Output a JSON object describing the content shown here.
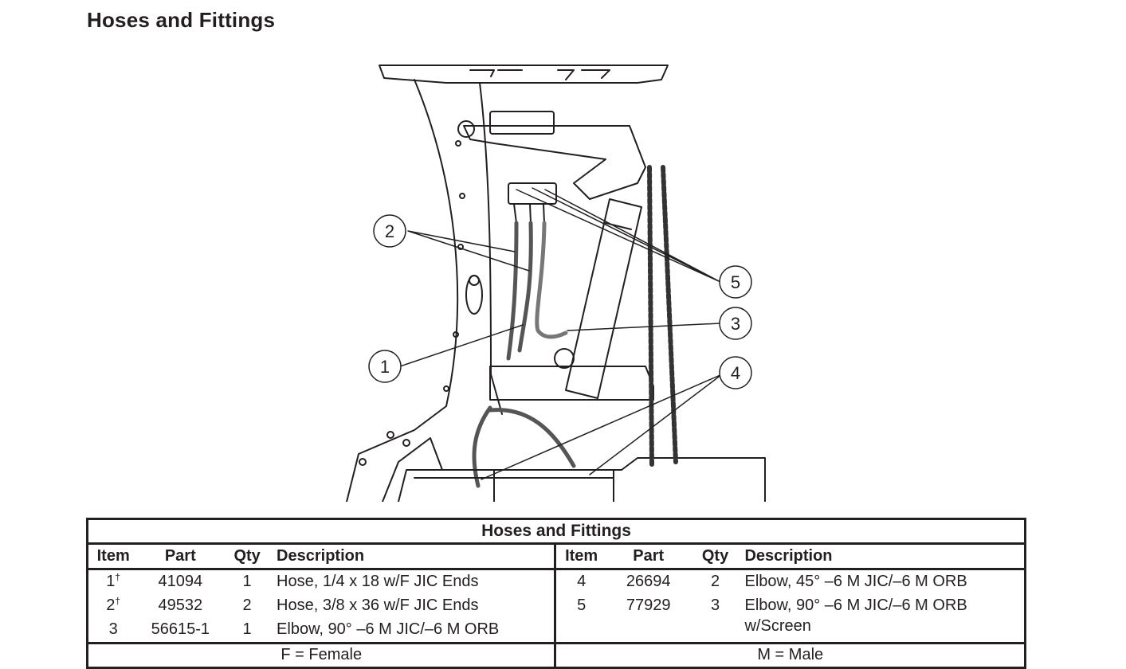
{
  "page": {
    "title": "Hoses and Fittings"
  },
  "figure": {
    "callouts": [
      {
        "id": "1",
        "label": "1"
      },
      {
        "id": "2",
        "label": "2"
      },
      {
        "id": "3",
        "label": "3"
      },
      {
        "id": "4",
        "label": "4"
      },
      {
        "id": "5",
        "label": "5"
      }
    ]
  },
  "table": {
    "title": "Hoses and Fittings",
    "headers": {
      "item": "Item",
      "part": "Part",
      "qty": "Qty",
      "description": "Description"
    },
    "left_rows": [
      {
        "item": "1",
        "mark": "†",
        "part": "41094",
        "qty": "1",
        "description": "Hose, 1/4 x 18 w/F JIC Ends"
      },
      {
        "item": "2",
        "mark": "†",
        "part": "49532",
        "qty": "2",
        "description": "Hose, 3/8 x 36 w/F JIC Ends"
      },
      {
        "item": "3",
        "mark": "",
        "part": "56615-1",
        "qty": "1",
        "description": "Elbow, 90° –6 M JIC/–6 M ORB"
      }
    ],
    "right_rows": [
      {
        "item": "4",
        "part": "26694",
        "qty": "2",
        "description": "Elbow, 45° –6 M JIC/–6 M ORB",
        "description_line2": ""
      },
      {
        "item": "5",
        "part": "77929",
        "qty": "3",
        "description": "Elbow, 90° –6 M JIC/–6 M ORB",
        "description_line2": "w/Screen"
      }
    ],
    "legend_left": "F = Female",
    "legend_right": "M = Male"
  }
}
